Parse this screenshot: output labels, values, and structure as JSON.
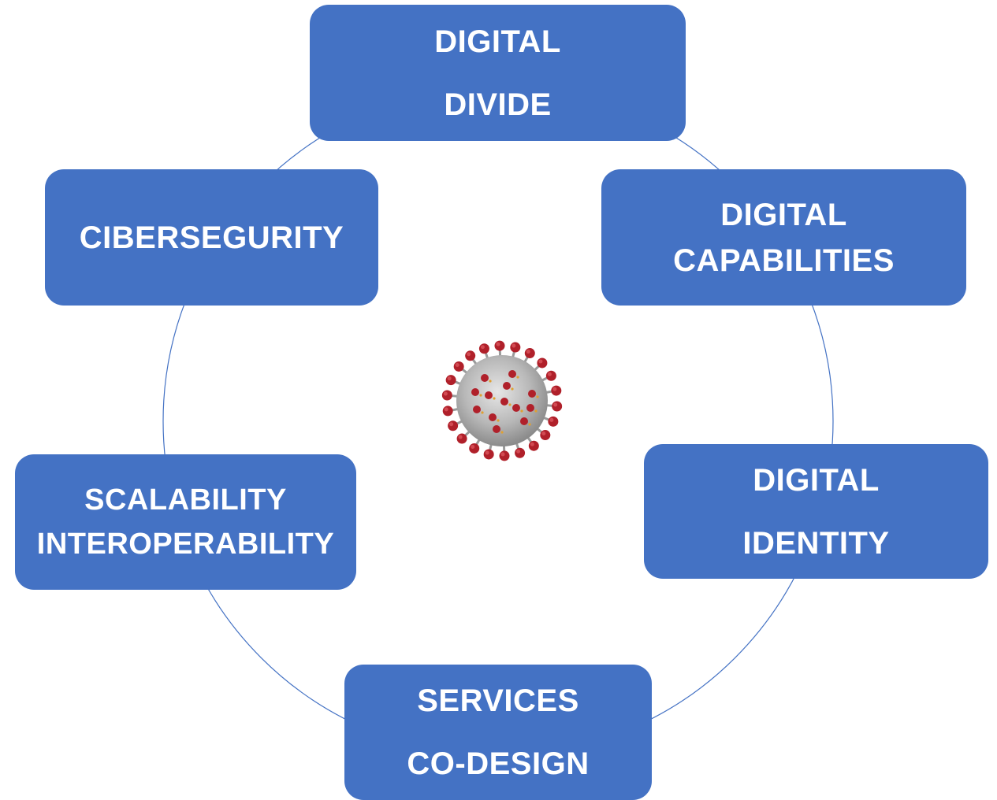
{
  "colors": {
    "node_fill": "#4472c4",
    "node_text": "#ffffff",
    "ring": "#4472c4",
    "virus_body": "#b8b8b8",
    "virus_spike": "#b0202a"
  },
  "center": {
    "icon": "coronavirus-icon"
  },
  "nodes": {
    "digital_divide": {
      "lines": [
        "DIGITAL",
        "DIVIDE"
      ]
    },
    "digital_capabilities": {
      "lines": [
        "DIGITAL",
        "CAPABILITIES"
      ]
    },
    "cibersegurity": {
      "lines": [
        "CIBERSEGURITY"
      ]
    },
    "digital_identity": {
      "lines": [
        "DIGITAL",
        "IDENTITY"
      ]
    },
    "scalability_interoperability": {
      "lines": [
        "SCALABILITY",
        "INTEROPERABILITY"
      ]
    },
    "services_codesign": {
      "lines": [
        "SERVICES",
        "CO-DESIGN"
      ]
    }
  }
}
